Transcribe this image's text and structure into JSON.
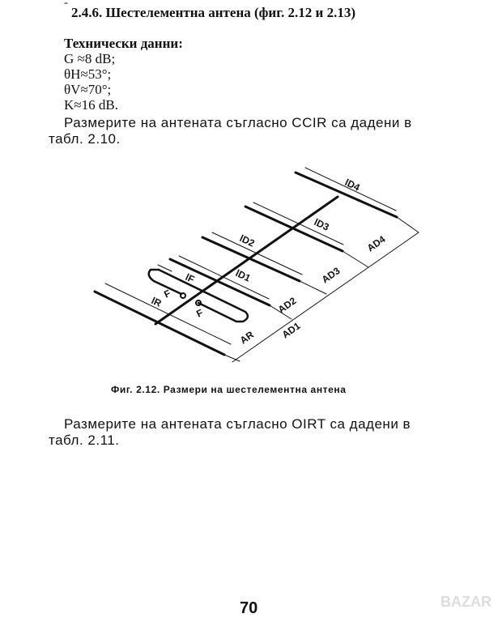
{
  "heading": "2.4.6. Шестелементна антена (фиг. 2.12 и 2.13)",
  "specs": {
    "title": "Технически данни:",
    "gain": "G ≈8 dB;",
    "theta_h": "θH≈53°;",
    "theta_v": "θV≈70°;",
    "k": "K≈16 dB."
  },
  "para1": {
    "line1": "Размерите на антената съгласно CCIR са  дадени в",
    "line2": "табл. 2.10."
  },
  "figure": {
    "labels": {
      "lD4": "lD4",
      "lD3": "lD3",
      "lD2": "lD2",
      "lD1": "lD1",
      "lF": "lF",
      "lR": "lR",
      "F1": "F",
      "F2": "F",
      "AR": "AR",
      "AD1": "AD1",
      "AD2": "AD2",
      "AD3": "AD3",
      "AD4": "AD4"
    },
    "caption": "Фиг. 2.12. Размери на шестелементна антена"
  },
  "para2": {
    "line1": "Размерите на антената съгласно OIRT са дадени в",
    "line2": "табл. 2.11."
  },
  "page_number": "70",
  "watermark": "BAZAR"
}
